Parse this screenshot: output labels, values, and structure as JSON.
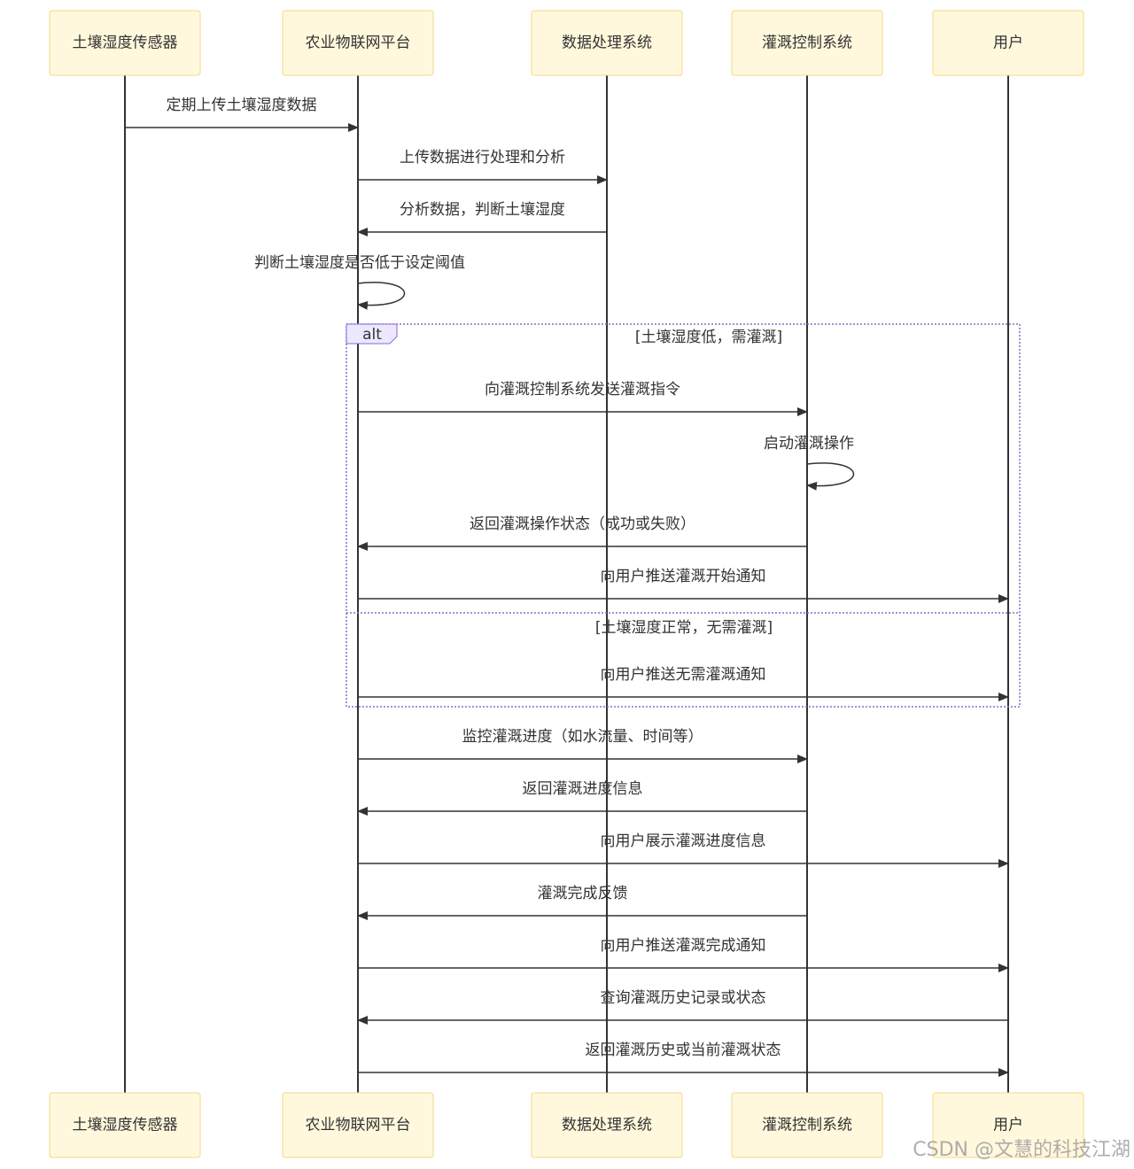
{
  "actors": [
    {
      "id": "sensor",
      "label": "土壤湿度传感器"
    },
    {
      "id": "platform",
      "label": "农业物联网平台"
    },
    {
      "id": "data",
      "label": "数据处理系统"
    },
    {
      "id": "irrigation",
      "label": "灌溉控制系统"
    },
    {
      "id": "user",
      "label": "用户"
    }
  ],
  "messages": [
    {
      "from": "sensor",
      "to": "platform",
      "text": "定期上传土壤湿度数据"
    },
    {
      "from": "platform",
      "to": "data",
      "text": "上传数据进行处理和分析"
    },
    {
      "from": "data",
      "to": "platform",
      "text": "分析数据，判断土壤湿度"
    },
    {
      "from": "platform",
      "to": "platform",
      "text": "判断土壤湿度是否低于设定阈值"
    },
    {
      "from": "platform",
      "to": "irrigation",
      "text": "向灌溉控制系统发送灌溉指令"
    },
    {
      "from": "irrigation",
      "to": "irrigation",
      "text": "启动灌溉操作"
    },
    {
      "from": "irrigation",
      "to": "platform",
      "text": "返回灌溉操作状态（成功或失败）"
    },
    {
      "from": "platform",
      "to": "user",
      "text": "向用户推送灌溉开始通知"
    },
    {
      "from": "platform",
      "to": "user",
      "text": "向用户推送无需灌溉通知"
    },
    {
      "from": "platform",
      "to": "irrigation",
      "text": "监控灌溉进度（如水流量、时间等）"
    },
    {
      "from": "irrigation",
      "to": "platform",
      "text": "返回灌溉进度信息"
    },
    {
      "from": "platform",
      "to": "user",
      "text": "向用户展示灌溉进度信息"
    },
    {
      "from": "irrigation",
      "to": "platform",
      "text": "灌溉完成反馈"
    },
    {
      "from": "platform",
      "to": "user",
      "text": "向用户推送灌溉完成通知"
    },
    {
      "from": "user",
      "to": "platform",
      "text": "查询灌溉历史记录或状态"
    },
    {
      "from": "platform",
      "to": "user",
      "text": "返回灌溉历史或当前灌溉状态"
    }
  ],
  "alt_frame": {
    "label": "alt",
    "condition_1": "[土壤湿度低，需灌溉]",
    "condition_2": "[土壤湿度正常，无需灌溉]"
  },
  "watermark": "CSDN @文慧的科技江湖",
  "colors": {
    "actor_fill": "#fff8dc",
    "actor_border": "#f2d98a",
    "line": "#333333",
    "frame": "#8a6ad0"
  }
}
